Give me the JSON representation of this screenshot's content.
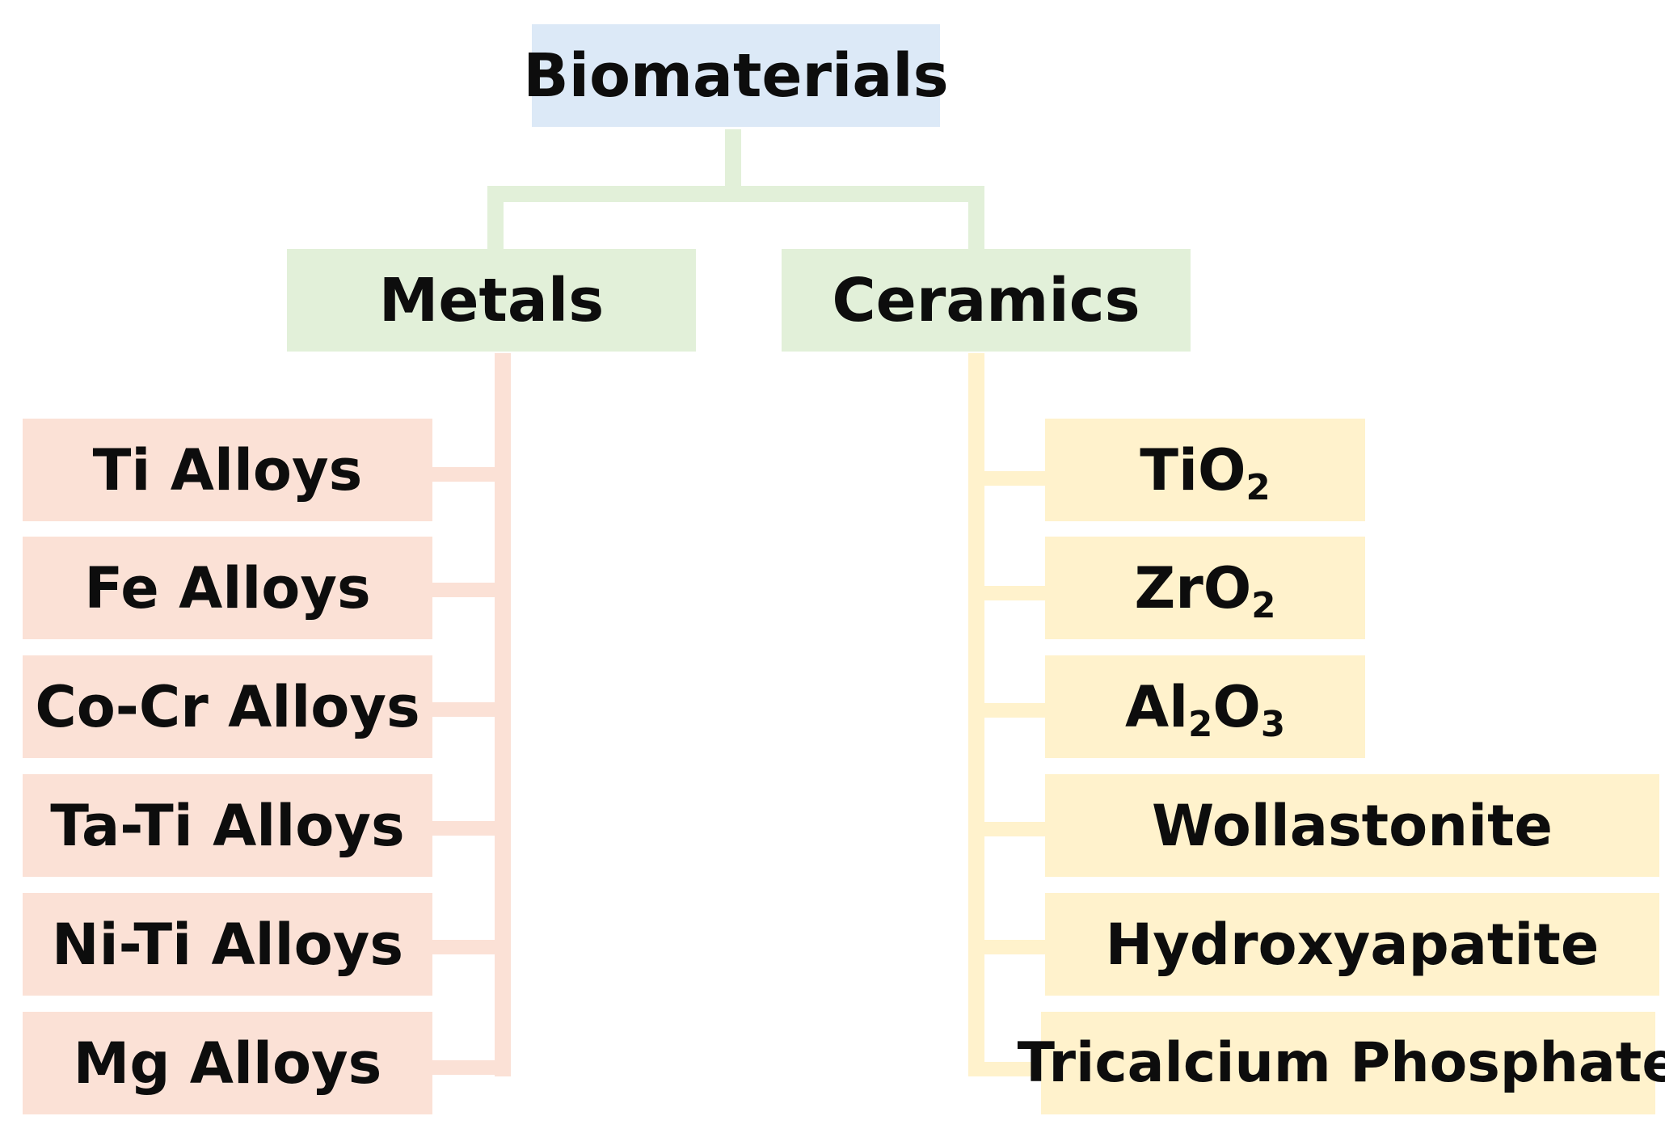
{
  "root": {
    "label": "Biomaterials"
  },
  "categories": [
    {
      "label": "Metals",
      "items": [
        {
          "label": "Ti Alloys"
        },
        {
          "label": "Fe Alloys"
        },
        {
          "label": "Co-Cr Alloys"
        },
        {
          "label": "Ta-Ti Alloys"
        },
        {
          "label": "Ni-Ti Alloys"
        },
        {
          "label": "Mg Alloys"
        }
      ]
    },
    {
      "label": "Ceramics",
      "items": [
        {
          "label": "TiO2",
          "parts": {
            "a": "TiO",
            "a_sub": "2"
          }
        },
        {
          "label": "ZrO2",
          "parts": {
            "a": "ZrO",
            "a_sub": "2"
          }
        },
        {
          "label": "Al2O3",
          "parts": {
            "a": "Al",
            "a_sub": "2",
            "b": "O",
            "b_sub": "3"
          }
        },
        {
          "label": "Wollastonite"
        },
        {
          "label": "Hydroxyapatite"
        },
        {
          "label": "Tricalcium Phosphate"
        }
      ]
    }
  ],
  "colors": {
    "root": "#dce9f7",
    "category": "#e2f0d9",
    "metals": "#fbe1d6",
    "ceramics": "#fff2cc",
    "text": "#0d0d0d"
  }
}
